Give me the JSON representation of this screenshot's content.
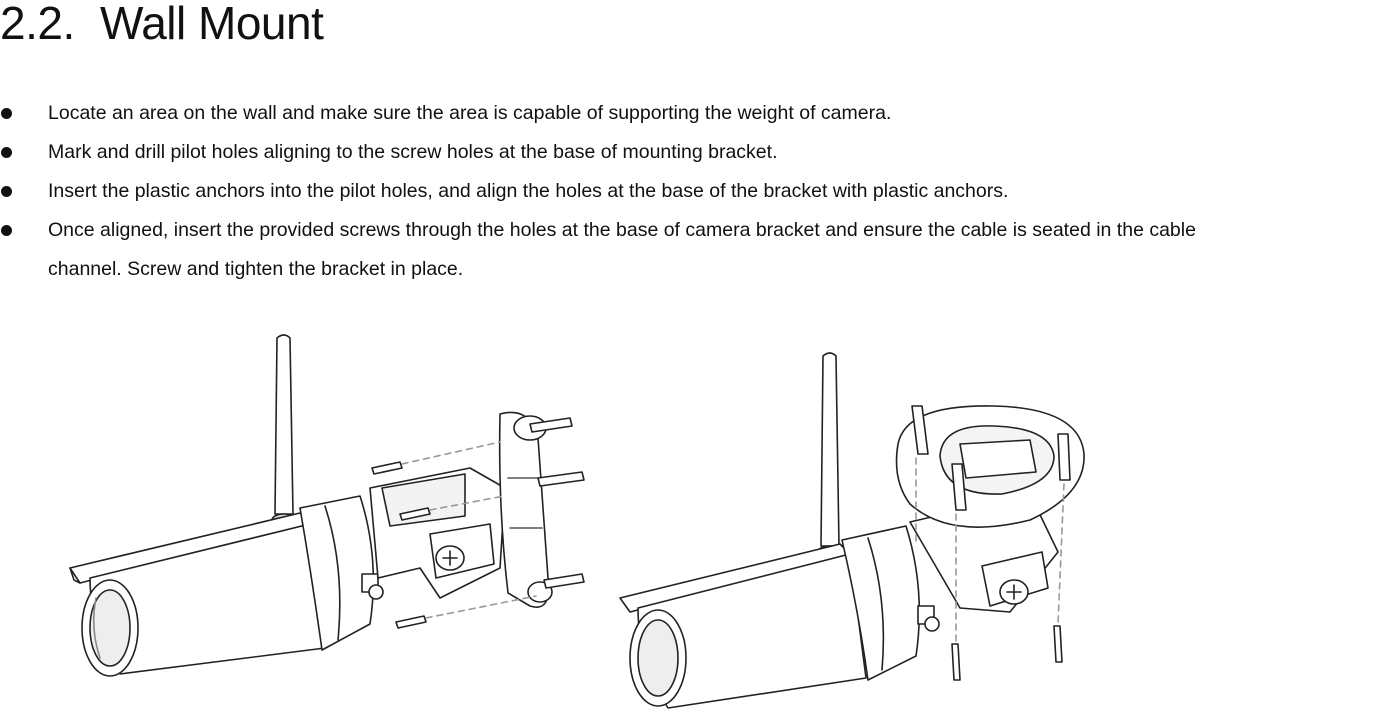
{
  "heading": {
    "number": "2.2.",
    "title": "Wall Mount"
  },
  "steps": [
    {
      "text": "Locate an area on the wall and make sure the area is capable of supporting the weight of camera."
    },
    {
      "text": "Mark and drill pilot holes aligning to the screw holes at the base of mounting bracket."
    },
    {
      "text": "Insert the plastic anchors into the pilot holes, and align the holes at the base of the bracket with plastic anchors."
    },
    {
      "text": "Once aligned, insert the provided screws through the holes at the base of camera bracket and ensure the cable is seated in the cable",
      "continuation": "channel. Screw and tighten the bracket in place."
    }
  ],
  "illustrations": [
    {
      "icon": "camera-wall-mount-side-view"
    },
    {
      "icon": "camera-wall-mount-bottom-view"
    }
  ]
}
